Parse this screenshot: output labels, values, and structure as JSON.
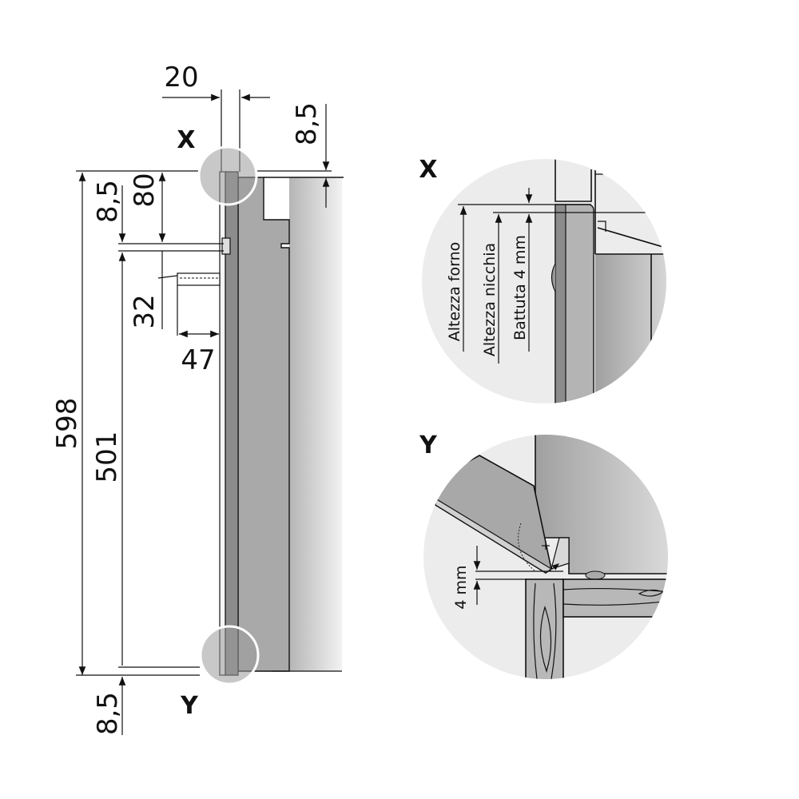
{
  "main_view": {
    "dimensions": {
      "door_thickness": "20",
      "top_offset_right": "8,5",
      "top_offset_left": "8,5",
      "handle_height": "80",
      "total_height": "598",
      "inner_height": "501",
      "handle_gap": "32",
      "handle_depth": "47",
      "bottom_offset": "8,5"
    },
    "detail_markers": {
      "top": "X",
      "bottom": "Y"
    }
  },
  "detail_x": {
    "label": "X",
    "annotations": [
      "Altezza forno",
      "Altezza nicchia",
      "Battuta 4 mm"
    ]
  },
  "detail_y": {
    "label": "Y",
    "annotation": "4 mm"
  },
  "colors": {
    "panel_dark": "#8c8c8c",
    "panel_mid": "#a9a9a9",
    "panel_light": "#d9d9d9",
    "detail_bg": "#ececec",
    "wood": "#b8b8b8"
  }
}
